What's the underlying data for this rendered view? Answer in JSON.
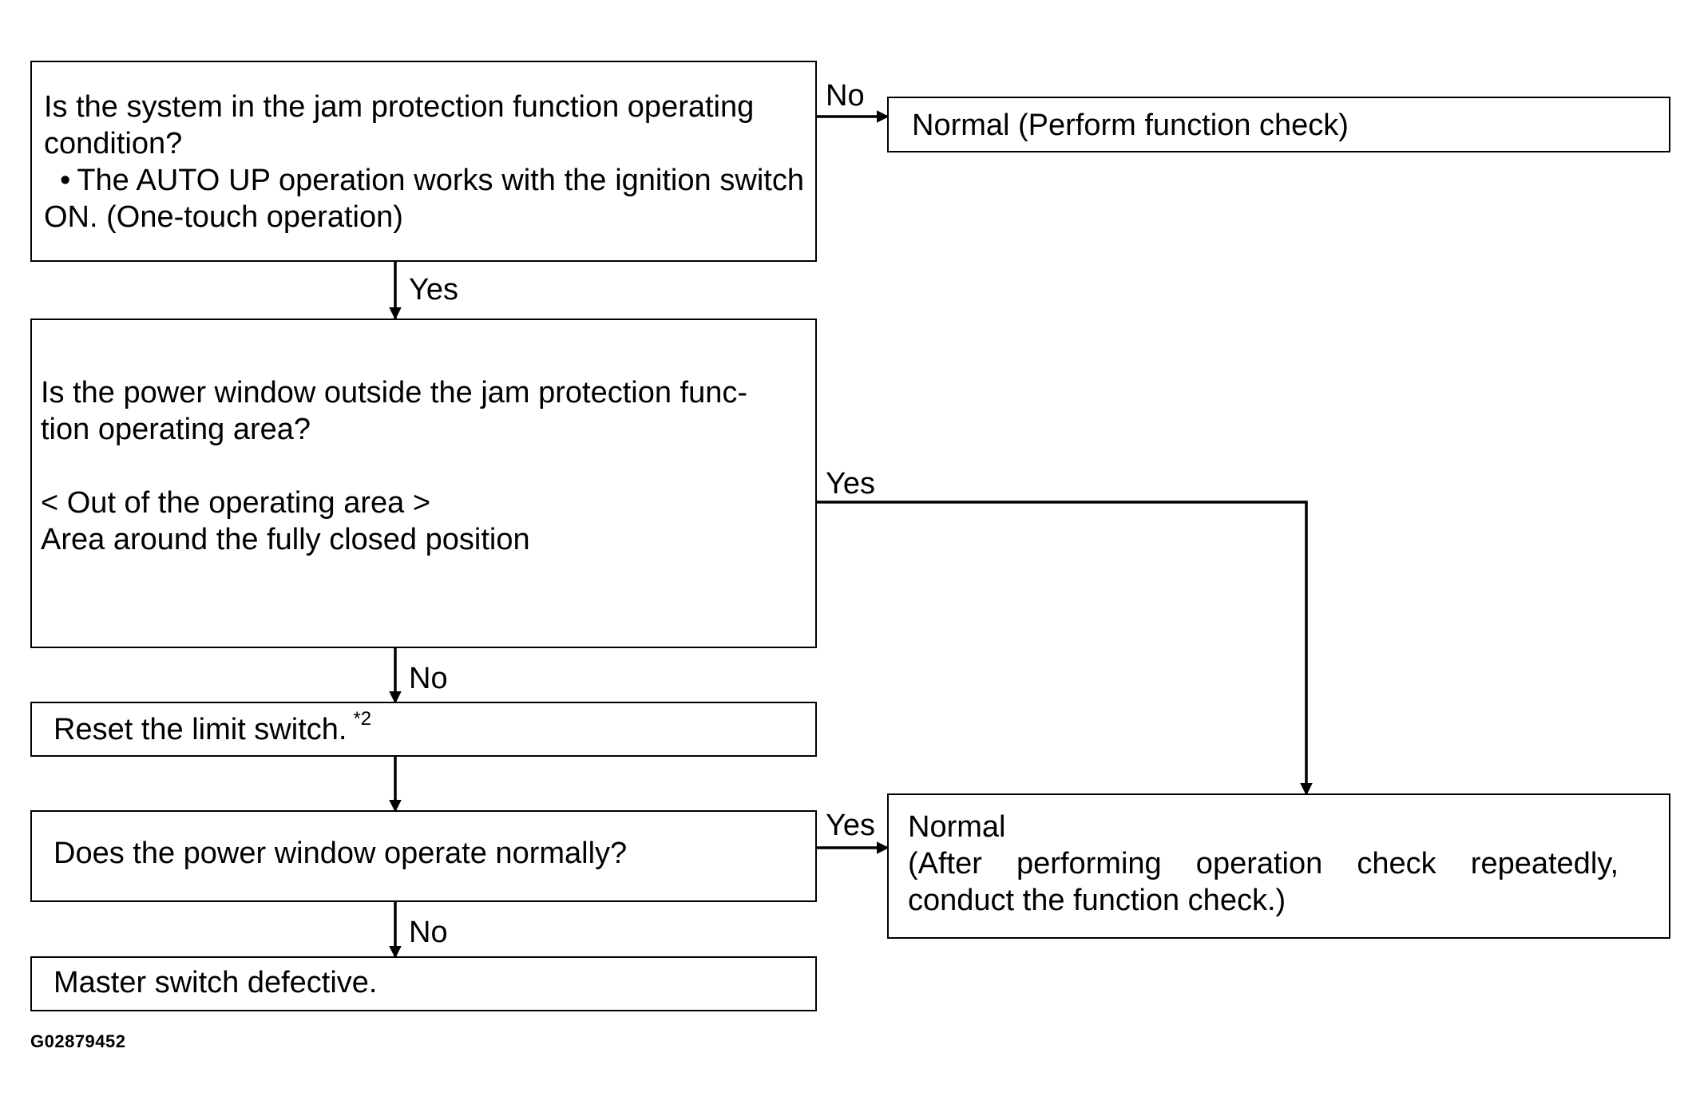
{
  "q1": {
    "line1": "Is the system in the jam protection function operating",
    "line2": "condition?",
    "bullet": "•",
    "bullet_text": "The AUTO UP operation works with the ignition switch ON. (One-touch operation)"
  },
  "normal_top": "Normal (Perform function check)",
  "q2": {
    "line1": "Is the power window outside the jam protection func-",
    "line2": "tion operating area?",
    "line3": "< Out of the operating area >",
    "line4": "Area around the fully closed position"
  },
  "reset": {
    "text": "Reset the limit switch.",
    "note": "*2"
  },
  "q3": "Does the power window operate normally?",
  "master": "Master switch defective.",
  "normal_bottom": {
    "line1": "Normal",
    "line2": "(After performing operation check repeatedly, conduct the function check.)"
  },
  "labels": {
    "no_top": "No",
    "yes_q1": "Yes",
    "yes_q2": "Yes",
    "no_q2": "No",
    "yes_q3": "Yes",
    "no_q3": "No"
  },
  "figure_code": "G02879452"
}
